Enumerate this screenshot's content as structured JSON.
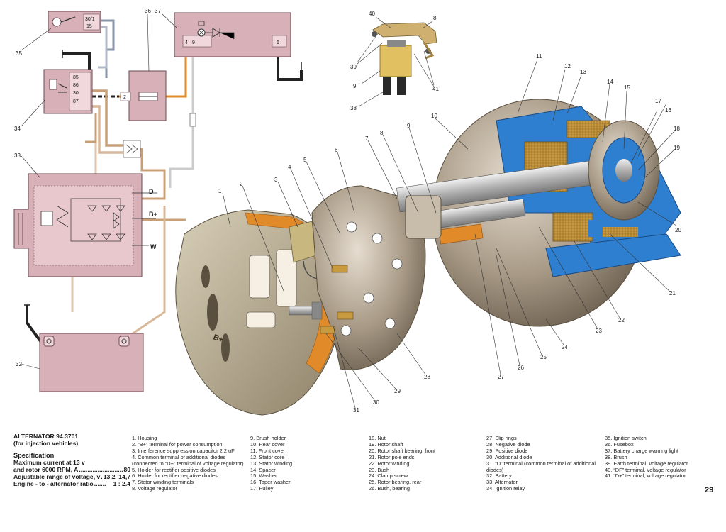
{
  "title": {
    "model": "ALTERNATOR 94.3701",
    "subtitle": "(for injection vehicles)"
  },
  "specification": {
    "heading": "Specification",
    "current_label_1": "Maximum current at 13 v",
    "current_label_2": "and rotor 6000 RPM, A",
    "current_value": "80",
    "voltage_label": "Adjustable range of voltage, v",
    "voltage_value": "13,2–14,7",
    "ratio_label": "Engine - to - alternator ratio",
    "ratio_value": "1 : 2.4"
  },
  "legend_columns": [
    [
      "1. Housing",
      "2. “B+” terminal for power consumption",
      "3. Interference suppression capacitor 2.2 uF",
      "4. Common terminal of additional diodes (connected to “D+” terminal of voltage regulator)",
      "5. Holder for rectifier positive diodes",
      "6. Holder for rectifier negative diodes",
      "7. Stator winding terminals",
      "8. Voltage regulator"
    ],
    [
      "9. Brush holder",
      "10. Rear cover",
      "11. Front cover",
      "12. Stator core",
      "13. Stator winding",
      "14. Spacer",
      "15. Washer",
      "16. Taper washer",
      "17. Pulley"
    ],
    [
      "18. Nut",
      "19. Rotor shaft",
      "20. Rotor shaft bearing, front",
      "21. Rotor pole ends",
      "22. Rotor winding",
      "23. Bush",
      "24. Clamp screw",
      "25. Rotor bearing, rear",
      "26. Bush, bearing"
    ],
    [
      "27. Slip rings",
      "28. Negative diode",
      "29. Positive diode",
      "30. Additional diode",
      "31. “D” terminal (common terminal of additional diodes)",
      "32. Battery",
      "33. Alternator",
      "34. Ignition relay"
    ],
    [
      "35. Ignition switch",
      "36. Fusebox",
      "37. Battery charge warning light",
      "38. Brush",
      "39. Earth terminal, voltage regulator",
      "40. “DF” terminal, voltage regulator",
      "41. “D+” terminal, voltage regulator"
    ]
  ],
  "callouts": [
    "1",
    "2",
    "3",
    "4",
    "5",
    "6",
    "7",
    "8",
    "9",
    "10",
    "11",
    "12",
    "13",
    "14",
    "15",
    "16",
    "17",
    "18",
    "19",
    "20",
    "21",
    "22",
    "23",
    "24",
    "25",
    "26",
    "27",
    "28",
    "29",
    "30",
    "31",
    "32",
    "33",
    "34",
    "35",
    "36",
    "37",
    "38",
    "39",
    "40",
    "41"
  ],
  "inset_callouts": [
    "40",
    "8",
    "39",
    "41",
    "9",
    "38"
  ],
  "terminal_labels": {
    "relay_pins": [
      "85",
      "86",
      "30",
      "87"
    ],
    "switch_pins": [
      "30/1",
      "15"
    ],
    "fuse_pin": "2",
    "lamp_pins": [
      "4",
      "9",
      "6"
    ],
    "alt_d": "D",
    "alt_b": "B+",
    "alt_w": "W"
  },
  "page_number": "29",
  "colors": {
    "component_pink": "#d8b0b8",
    "component_outline": "#6a4a52",
    "wire_orange": "#e08a2a",
    "wire_tan": "#c8a078",
    "wire_grey": "#8a96aa",
    "section_blue": "#2f7fd0",
    "copper": "#c89a40",
    "metal": "#b8aa98"
  }
}
